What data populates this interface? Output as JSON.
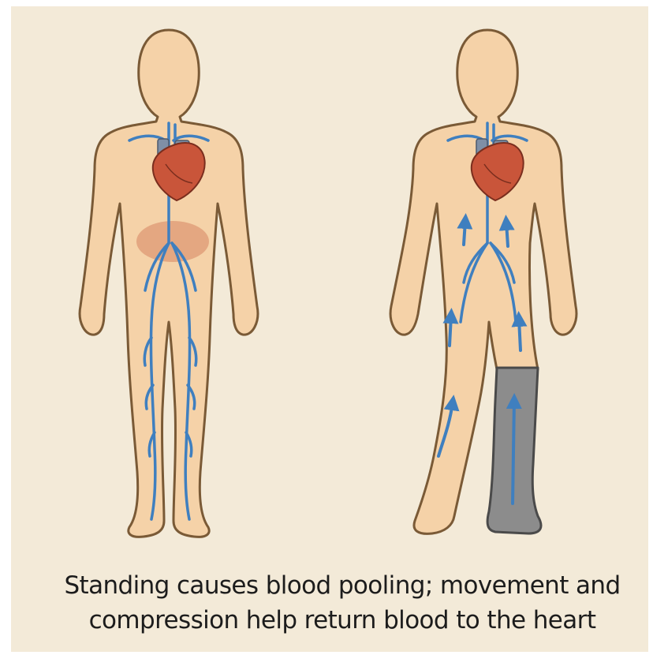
{
  "caption": {
    "line1": "Standing causes blood pooling; movement and",
    "line2": "compression help return blood to the heart"
  },
  "colors": {
    "background": "#f3ead8",
    "skin": "#f5d2a8",
    "outline": "#7a5a36",
    "vein": "#3f7fbf",
    "heart": "#c9553a",
    "pooling": "#e0a07a",
    "stocking": "#8c8c8c"
  },
  "figures": [
    {
      "id": "standing-figure",
      "shows": [
        "veins",
        "heart",
        "blood-pooling"
      ]
    },
    {
      "id": "moving-figure",
      "shows": [
        "veins",
        "heart",
        "upward-flow-arrows",
        "compression-stocking"
      ]
    }
  ]
}
